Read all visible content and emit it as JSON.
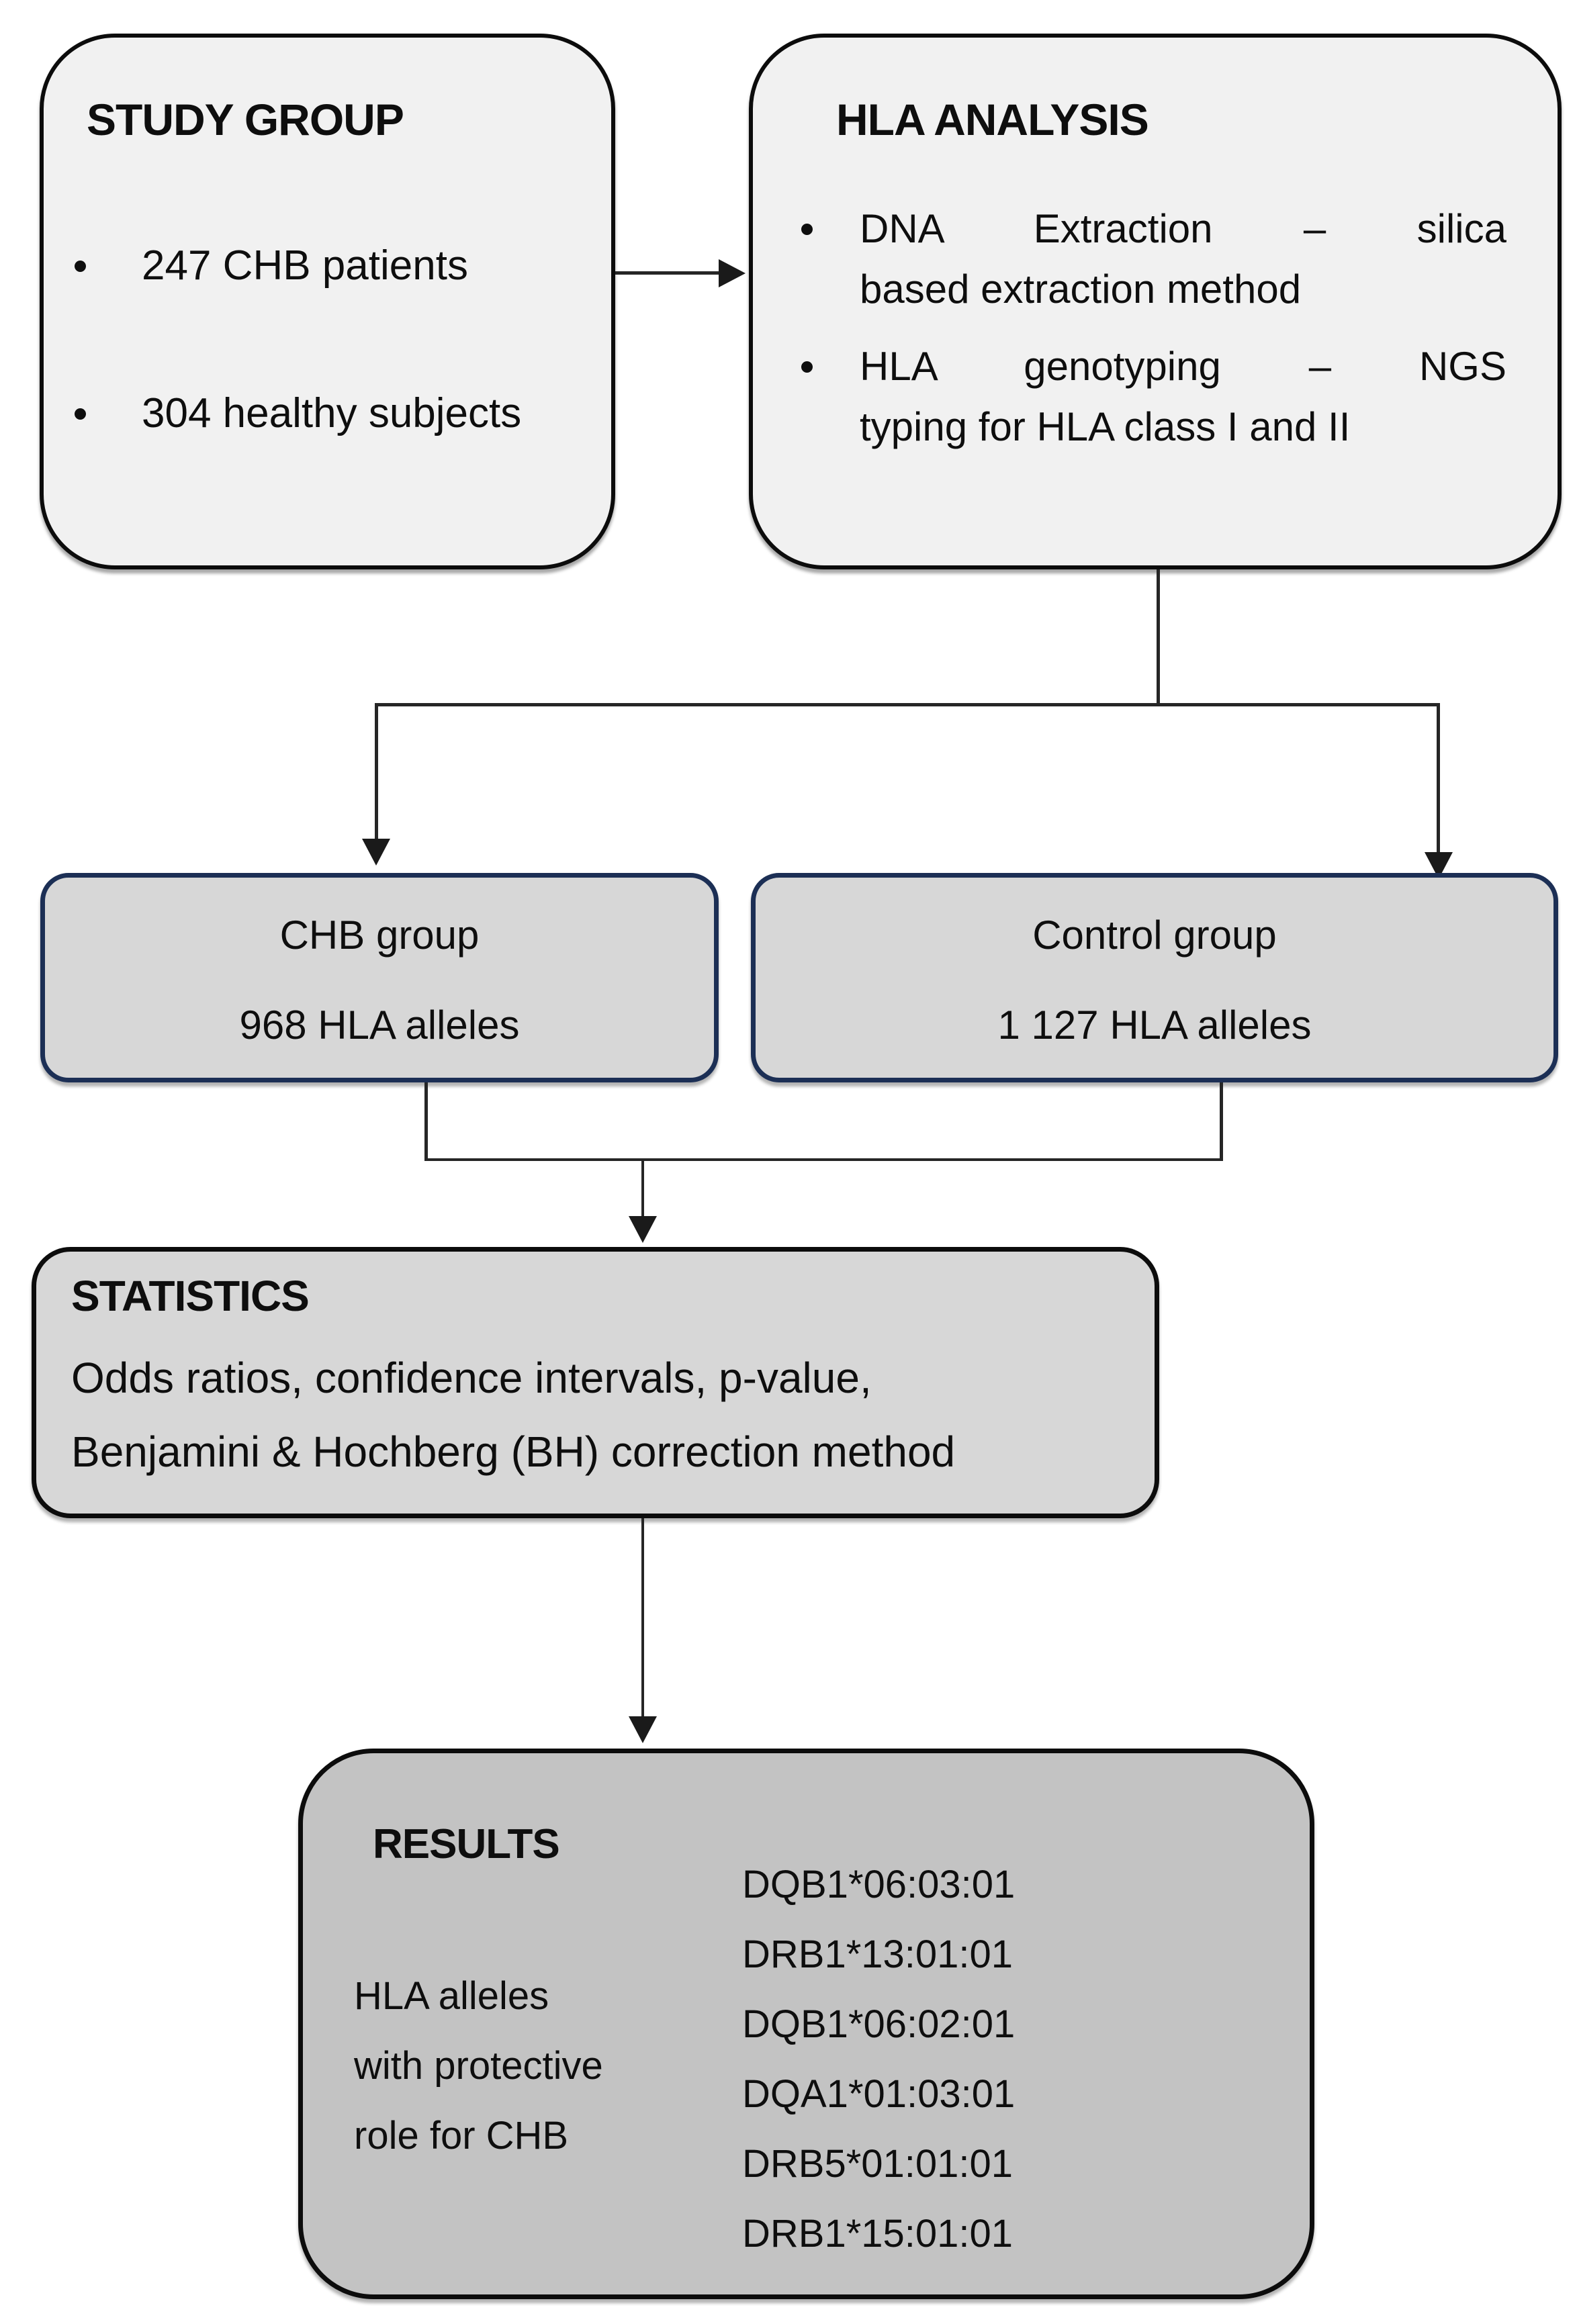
{
  "study_group": {
    "title": "STUDY GROUP",
    "bullets": [
      "247 CHB patients",
      "304 healthy subjects"
    ]
  },
  "hla_analysis": {
    "title": "HLA ANALYSIS",
    "bullet1": {
      "line1": "DNA Extraction – silica",
      "line2": "based extraction method"
    },
    "bullet2": {
      "line1": "HLA genotyping – NGS",
      "line2": "typing for HLA class I and II"
    }
  },
  "chb_group": {
    "line1": "CHB group",
    "line2": "968 HLA alleles"
  },
  "control_group": {
    "line1": "Control group",
    "line2": "1 127 HLA alleles"
  },
  "statistics": {
    "title": "STATISTICS",
    "line1": "Odds ratios, confidence intervals, p-value,",
    "line2": "Benjamini & Hochberg (BH) correction method"
  },
  "results": {
    "title": "RESULTS",
    "description": [
      "HLA alleles",
      "with protective",
      "role for CHB"
    ],
    "alleles": [
      "DQB1*06:03:01",
      "DRB1*13:01:01",
      "DQB1*06:02:01",
      "DQA1*01:03:01",
      "DRB5*01:01:01",
      "DRB1*15:01:01"
    ]
  },
  "colors": {
    "box_fill_light": "#f1f1f1",
    "box_fill_medium": "#d7d7d7",
    "box_fill_dark": "#c3c3c3",
    "group_border_navy": "#1c2f55",
    "outline_black": "#0c0c0c",
    "connector": "#262626"
  }
}
